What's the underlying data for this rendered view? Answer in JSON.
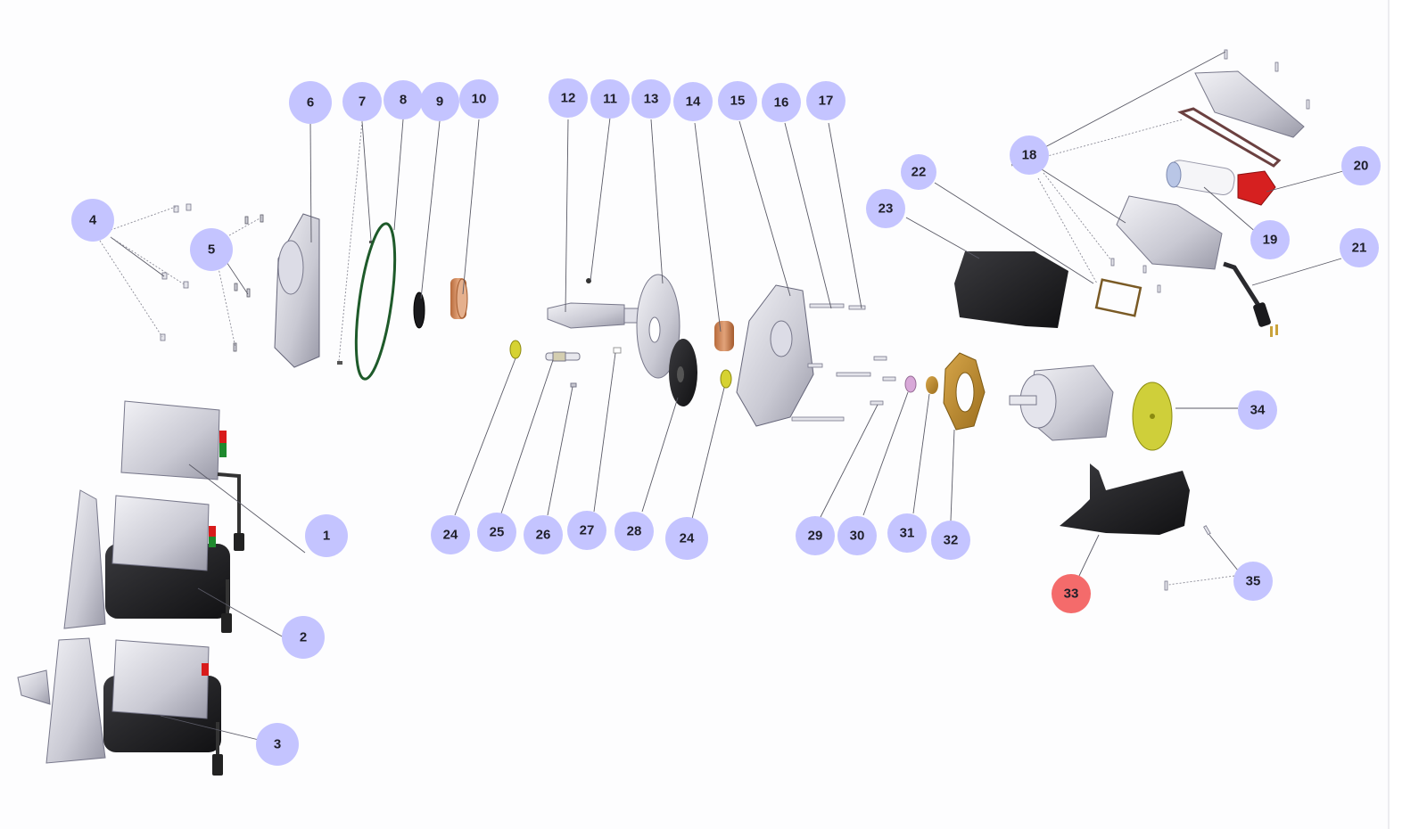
{
  "diagram": {
    "type": "exploded-parts-view",
    "callout_color": "#c4c4ff",
    "selected_color": "#f46b6b",
    "text_color": "#1f1f2a",
    "selected_callout": "33",
    "callouts": [
      {
        "id": "1",
        "label": "1",
        "part": "switch-box-assembly"
      },
      {
        "id": "2",
        "label": "2",
        "part": "motor-assembly-with-gearbox"
      },
      {
        "id": "3",
        "label": "3",
        "part": "complete-machine-assembly"
      },
      {
        "id": "4",
        "label": "4",
        "part": "nuts"
      },
      {
        "id": "5",
        "label": "5",
        "part": "studs"
      },
      {
        "id": "6",
        "label": "6",
        "part": "front-cover"
      },
      {
        "id": "7",
        "label": "7",
        "part": "pins"
      },
      {
        "id": "8",
        "label": "8",
        "part": "gasket-ring"
      },
      {
        "id": "9",
        "label": "9",
        "part": "oil-seal"
      },
      {
        "id": "10",
        "label": "10",
        "part": "bronze-bushing"
      },
      {
        "id": "11",
        "label": "11",
        "part": "set-screw"
      },
      {
        "id": "12",
        "label": "12",
        "part": "output-shaft"
      },
      {
        "id": "13",
        "label": "13",
        "part": "gear-wheel"
      },
      {
        "id": "14",
        "label": "14",
        "part": "bushing"
      },
      {
        "id": "15",
        "label": "15",
        "part": "gearbox-housing"
      },
      {
        "id": "16",
        "label": "16",
        "part": "long-bolts"
      },
      {
        "id": "17",
        "label": "17",
        "part": "short-bolts"
      },
      {
        "id": "18",
        "label": "18",
        "part": "switch-box-screws-and-gaskets"
      },
      {
        "id": "19",
        "label": "19",
        "part": "capacitor"
      },
      {
        "id": "20",
        "label": "20",
        "part": "switch"
      },
      {
        "id": "21",
        "label": "21",
        "part": "power-cord"
      },
      {
        "id": "22",
        "label": "22",
        "part": "base-gasket"
      },
      {
        "id": "23",
        "label": "23",
        "part": "motor-cover"
      },
      {
        "id": "24a",
        "label": "24",
        "part": "bearing"
      },
      {
        "id": "25",
        "label": "25",
        "part": "worm-shaft"
      },
      {
        "id": "26",
        "label": "26",
        "part": "key"
      },
      {
        "id": "27",
        "label": "27",
        "part": "key-small"
      },
      {
        "id": "28",
        "label": "28",
        "part": "pinion-gear"
      },
      {
        "id": "24b",
        "label": "24",
        "part": "bearing"
      },
      {
        "id": "29",
        "label": "29",
        "part": "screws"
      },
      {
        "id": "30",
        "label": "30",
        "part": "washer"
      },
      {
        "id": "31",
        "label": "31",
        "part": "bearing-bushing"
      },
      {
        "id": "32",
        "label": "32",
        "part": "motor-flange"
      },
      {
        "id": "33",
        "label": "33",
        "part": "fan-shroud"
      },
      {
        "id": "34",
        "label": "34",
        "part": "cooling-fan"
      },
      {
        "id": "35",
        "label": "35",
        "part": "shroud-screws"
      }
    ]
  }
}
